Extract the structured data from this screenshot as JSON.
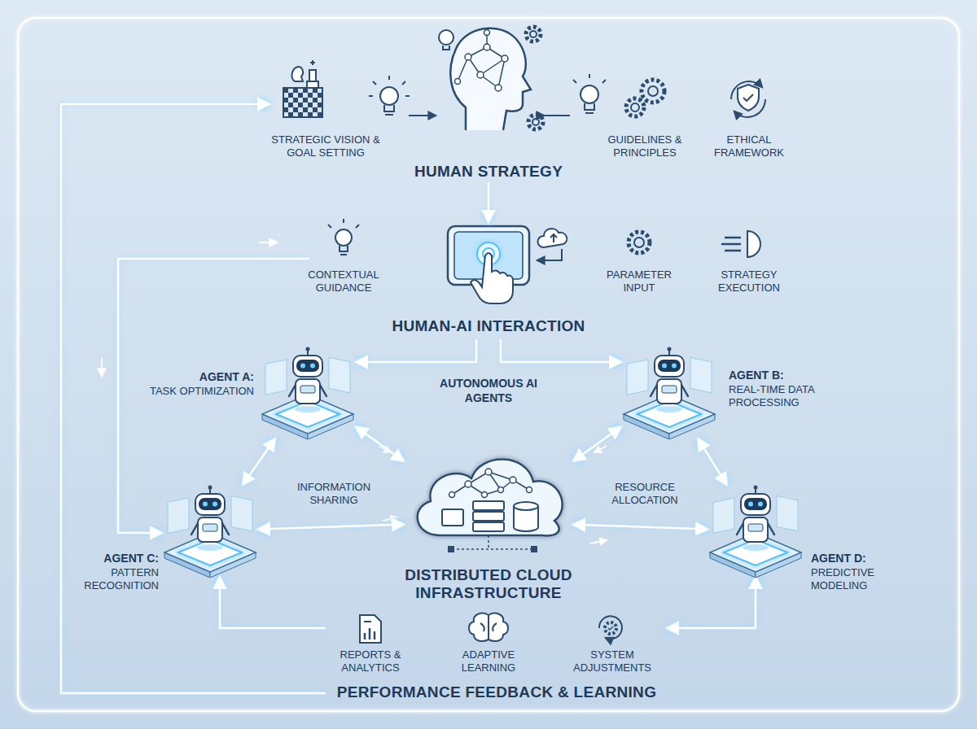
{
  "diagram": {
    "nodes": [
      {
        "text": [
          "HUMAN STRATEGY"
        ]
      },
      {
        "text": [
          "HUMAN-AI INTERACTION"
        ]
      },
      {
        "text": [
          "AGENT A:",
          "TASK OPTIMIZATION"
        ]
      },
      {
        "text": [
          "AGENT B:",
          "REAL-TIME DATA PROCESSING"
        ]
      },
      {
        "text": [
          "DISTRIBUTED CLOUD INFRASTRUCTURE"
        ]
      },
      {
        "text": [
          "AGENT C:",
          "PATTERN RECOGNITION"
        ]
      },
      {
        "text": [
          "AGENT D:",
          "PREDICTIVE MODELING"
        ]
      },
      {
        "text": [
          "PERFORMANCE FEEDBACK & LEARNING"
        ]
      }
    ],
    "edges": [
      {
        "from": 0,
        "to": 1,
        "arrow": "to"
      },
      {
        "from": 1,
        "to": 2,
        "arrow": "to"
      },
      {
        "from": 1,
        "to": 3,
        "arrow": "to"
      },
      {
        "from": 2,
        "to": 5,
        "arrow": "both"
      },
      {
        "from": 2,
        "to": 4,
        "arrow": "both"
      },
      {
        "from": 3,
        "to": 4,
        "arrow": "both"
      },
      {
        "from": 3,
        "to": 6,
        "arrow": "both"
      },
      {
        "from": 5,
        "to": 4,
        "label": "INFORMATION SHARING",
        "arrow": "both"
      },
      {
        "from": 4,
        "to": 6,
        "label": "RESOURCE ALLOCATION",
        "arrow": "both"
      },
      {
        "from": 1,
        "to": 5,
        "arrow": "to"
      },
      {
        "from": 7,
        "to": 0,
        "arrow": "to"
      },
      {
        "from": 7,
        "to": 5,
        "arrow": "to"
      },
      {
        "from": 7,
        "to": 6,
        "arrow": "both"
      }
    ],
    "labels": [
      "STRATEGIC VISION & GOAL SETTING",
      "GUIDELINES & PRINCIPLES",
      "ETHICAL FRAMEWORK",
      "CONTEXTUAL GUIDANCE",
      "PARAMETER INPUT",
      "STRATEGY EXECUTION",
      "AUTONOMOUS AI AGENTS",
      "REPORTS & ANALYTICS",
      "ADAPTIVE LEARNING",
      "SYSTEM ADJUSTMENTS"
    ]
  }
}
